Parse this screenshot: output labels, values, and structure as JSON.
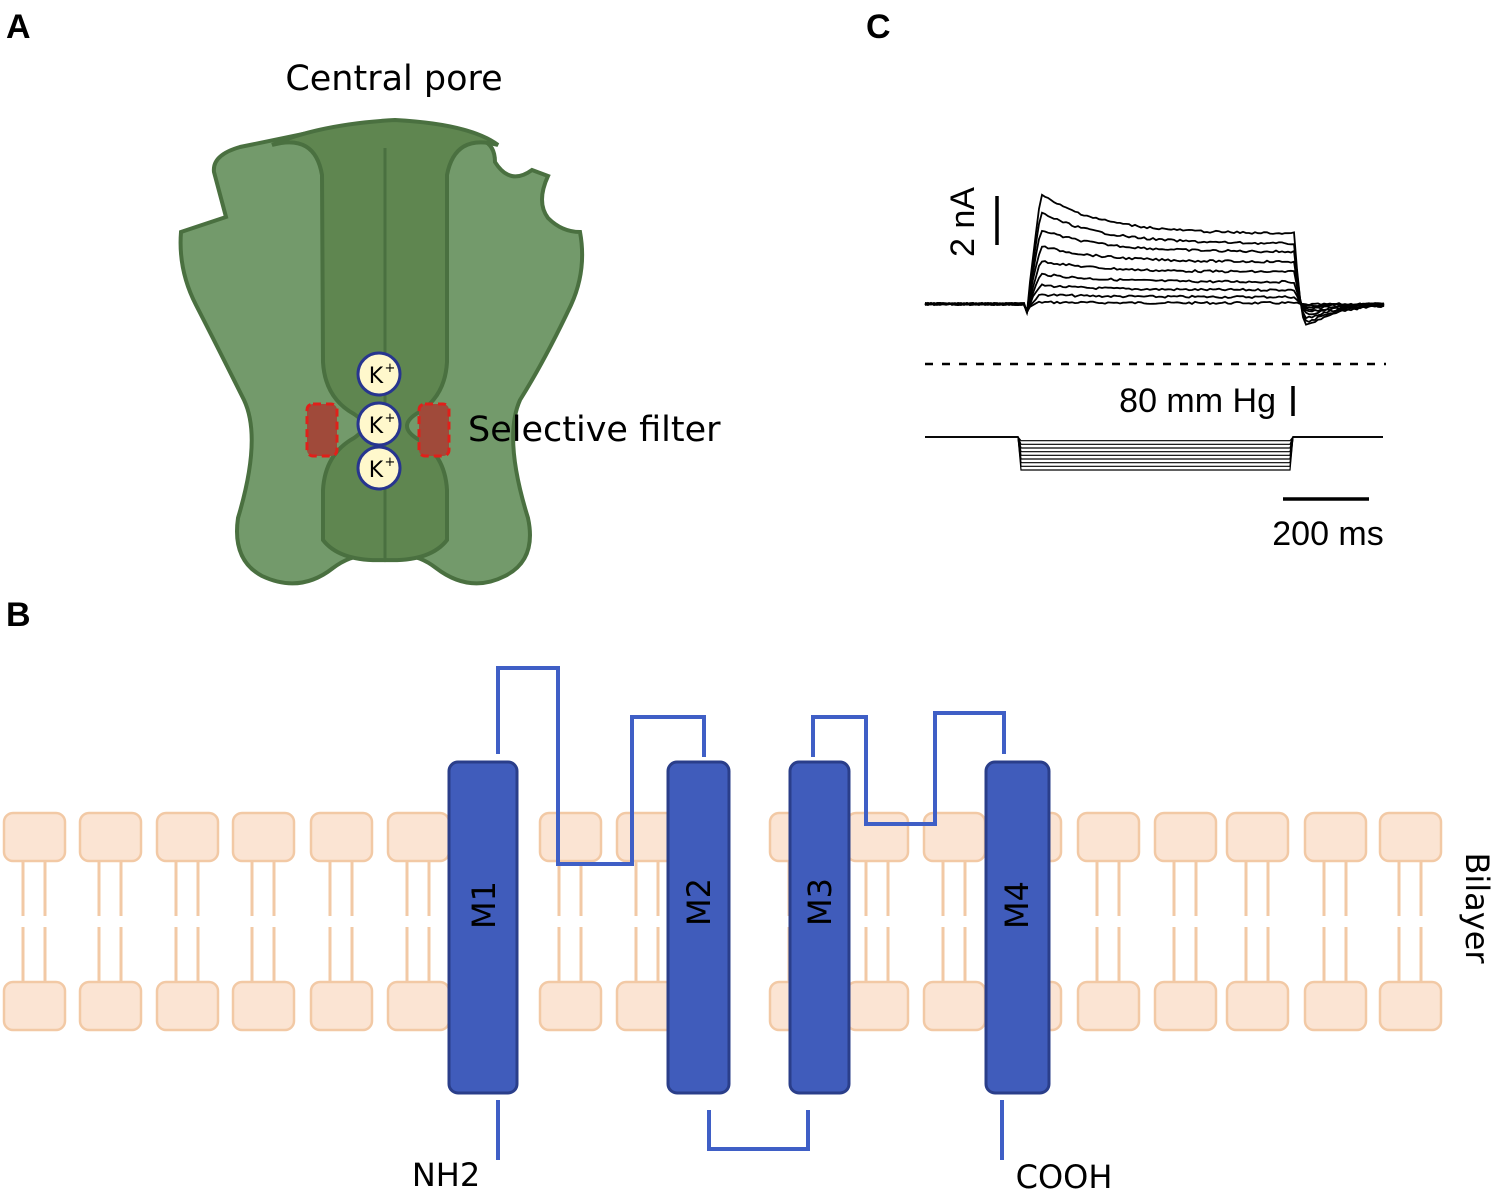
{
  "panels": {
    "a": "A",
    "b": "B",
    "c": "C"
  },
  "panel_a": {
    "title": "Central pore",
    "filter_label": "Selective filter",
    "ion_symbol": "K",
    "ion_charge": "+",
    "ion_count": 3,
    "colors": {
      "outer": "#739a6b",
      "inner": "#5f8650",
      "stroke": "#4a7040",
      "ion_fill": "#fff8cc",
      "ion_stroke": "#27358f",
      "filter_fill": "#a04a3a",
      "filter_stroke": "#e0201a"
    }
  },
  "panel_b": {
    "segments": [
      "M1",
      "M2",
      "M3",
      "M4"
    ],
    "n_terminus": "NH2",
    "c_terminus": "COOH",
    "bilayer_label": "Bilayer",
    "colors": {
      "helix": "#405cbb",
      "helix_stroke": "#2a3e8a",
      "loop": "#3f5fc6",
      "lipid_fill": "#fbe4d3",
      "lipid_stroke": "#f2c9a5"
    }
  },
  "panel_c": {
    "scale_current": "2 nA",
    "scale_pressure": "80 mm Hg",
    "scale_time": "200 ms",
    "trace_count": 9,
    "step_count": 9
  }
}
